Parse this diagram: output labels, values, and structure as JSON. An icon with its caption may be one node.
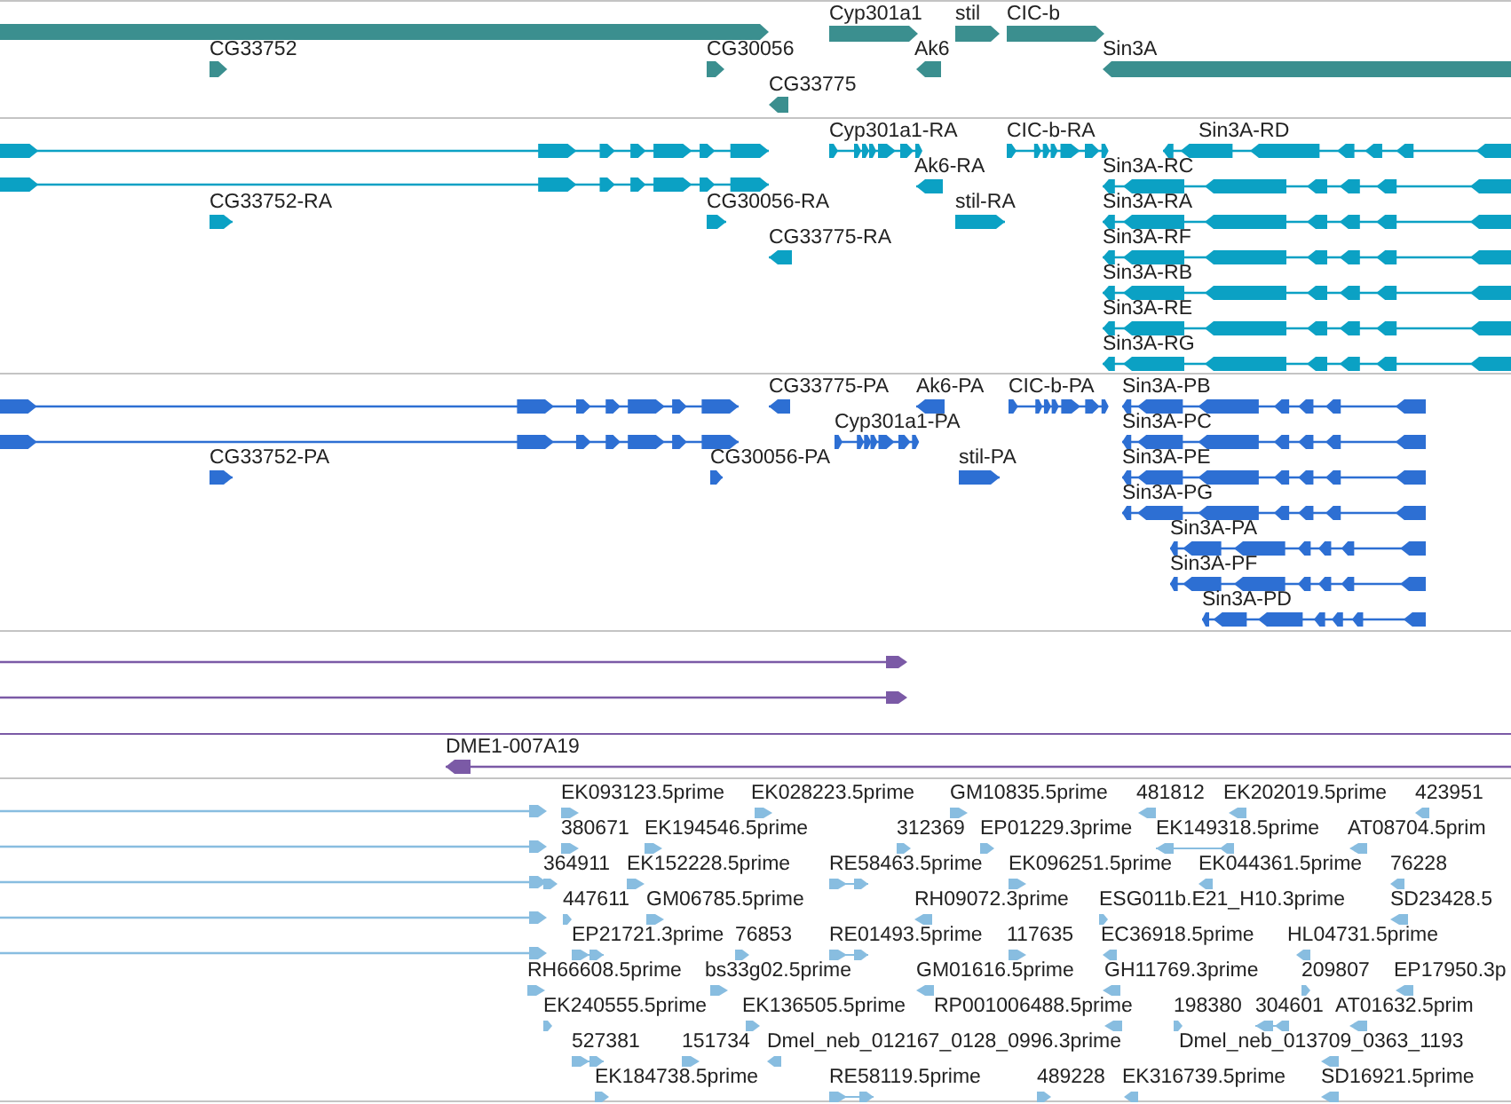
{
  "diagram": {
    "labels": [
      "Cyp301a1",
      "stil",
      "CIC-b",
      "CG33752",
      "CG30056",
      "Ak6",
      "Sin3A",
      "CG33775",
      "Cyp301a1-RA",
      "CIC-b-RA",
      "Sin3A-RD",
      "Ak6-RA",
      "Sin3A-RC",
      "CG33752-RA",
      "CG30056-RA",
      "stil-RA",
      "Sin3A-RA",
      "CG33775-RA",
      "Sin3A-RF",
      "Sin3A-RB",
      "Sin3A-RE",
      "Sin3A-RG",
      "CG33775-PA",
      "Ak6-PA",
      "CIC-b-PA",
      "Sin3A-PB",
      "Cyp301a1-PA",
      "Sin3A-PC",
      "CG33752-PA",
      "CG30056-PA",
      "stil-PA",
      "Sin3A-PE",
      "Sin3A-PG",
      "Sin3A-PA",
      "Sin3A-PF",
      "Sin3A-PD",
      "DME1-007A19",
      "EK093123.5prime",
      "EK028223.5prime",
      "GM10835.5prime",
      "481812",
      "EK202019.5prime",
      "423951",
      "380671",
      "EK194546.5prime",
      "312369",
      "EP01229.3prime",
      "EK149318.5prime",
      "AT08704.5prim",
      "364911",
      "EK152228.5prime",
      "RE58463.5prime",
      "EK096251.5prime",
      "EK044361.5prime",
      "76228",
      "447611",
      "GM06785.5prime",
      "RH09072.3prime",
      "ESG011b.E21_H10.3prime",
      "SD23428.5",
      "EP21721.3prime",
      "76853",
      "RE01493.5prime",
      "117635",
      "EC36918.5prime",
      "HL04731.5prime",
      "RH66608.5prime",
      "bs33g02.5prime",
      "GM01616.5prime",
      "GH11769.3prime",
      "209807",
      "EP17950.3p",
      "EK240555.5prime",
      "EK136505.5prime",
      "RP001006488.5prime",
      "198380",
      "304601",
      "AT01632.5prim",
      "527381",
      "151734",
      "Dmel_neb_012167_0128_0996.3prime",
      "Dmel_neb_013709_0363_1193",
      "EK184738.5prime",
      "RE58119.5prime",
      "489228",
      "EK316739.5prime",
      "SD16921.5prime"
    ]
  }
}
